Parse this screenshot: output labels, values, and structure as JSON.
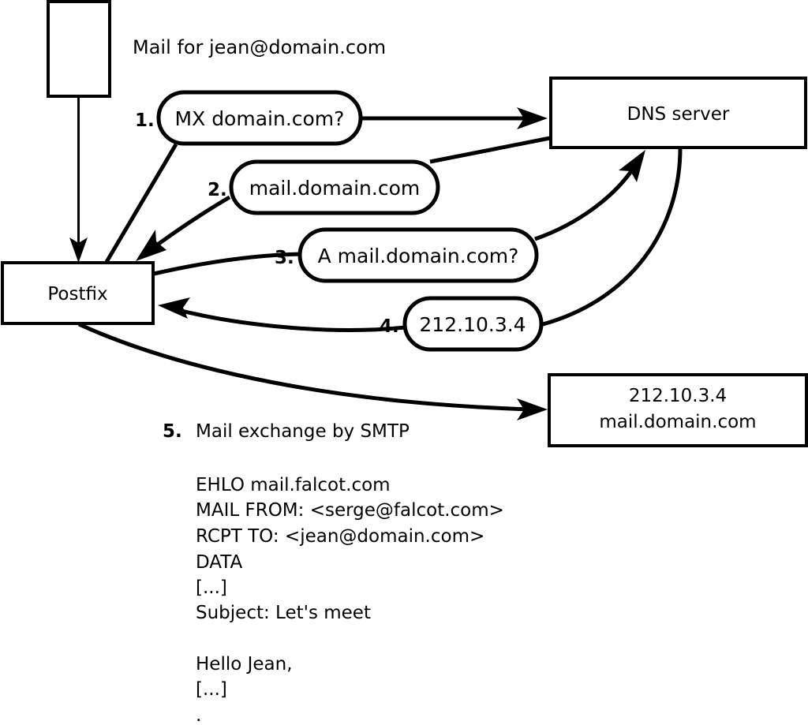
{
  "diagram": {
    "title_note": "Mail for jean@domain.com",
    "nodes": [
      {
        "id": "mta-source",
        "label": ""
      },
      {
        "id": "postfix",
        "label": "Postfix"
      },
      {
        "id": "dns-server",
        "label": "DNS server"
      },
      {
        "id": "target-mx",
        "label_line1": "212.10.3.4",
        "label_line2": "mail.domain.com"
      }
    ],
    "steps": [
      {
        "number": "1.",
        "label": "MX domain.com?"
      },
      {
        "number": "2.",
        "label": "mail.domain.com"
      },
      {
        "number": "3.",
        "label": "A mail.domain.com?"
      },
      {
        "number": "4.",
        "label": "212.10.3.4"
      }
    ],
    "smtp": {
      "number": "5.",
      "caption": "Mail exchange by SMTP",
      "transcript": [
        "EHLO mail.falcot.com",
        "MAIL FROM: <serge@falcot.com>",
        "RCPT TO: <jean@domain.com>",
        "DATA",
        "[...]",
        "Subject: Let's meet",
        "",
        "Hello Jean,",
        "[...]",
        "."
      ]
    },
    "colors": {
      "stroke": "#000000",
      "fill": "#ffffff"
    }
  }
}
